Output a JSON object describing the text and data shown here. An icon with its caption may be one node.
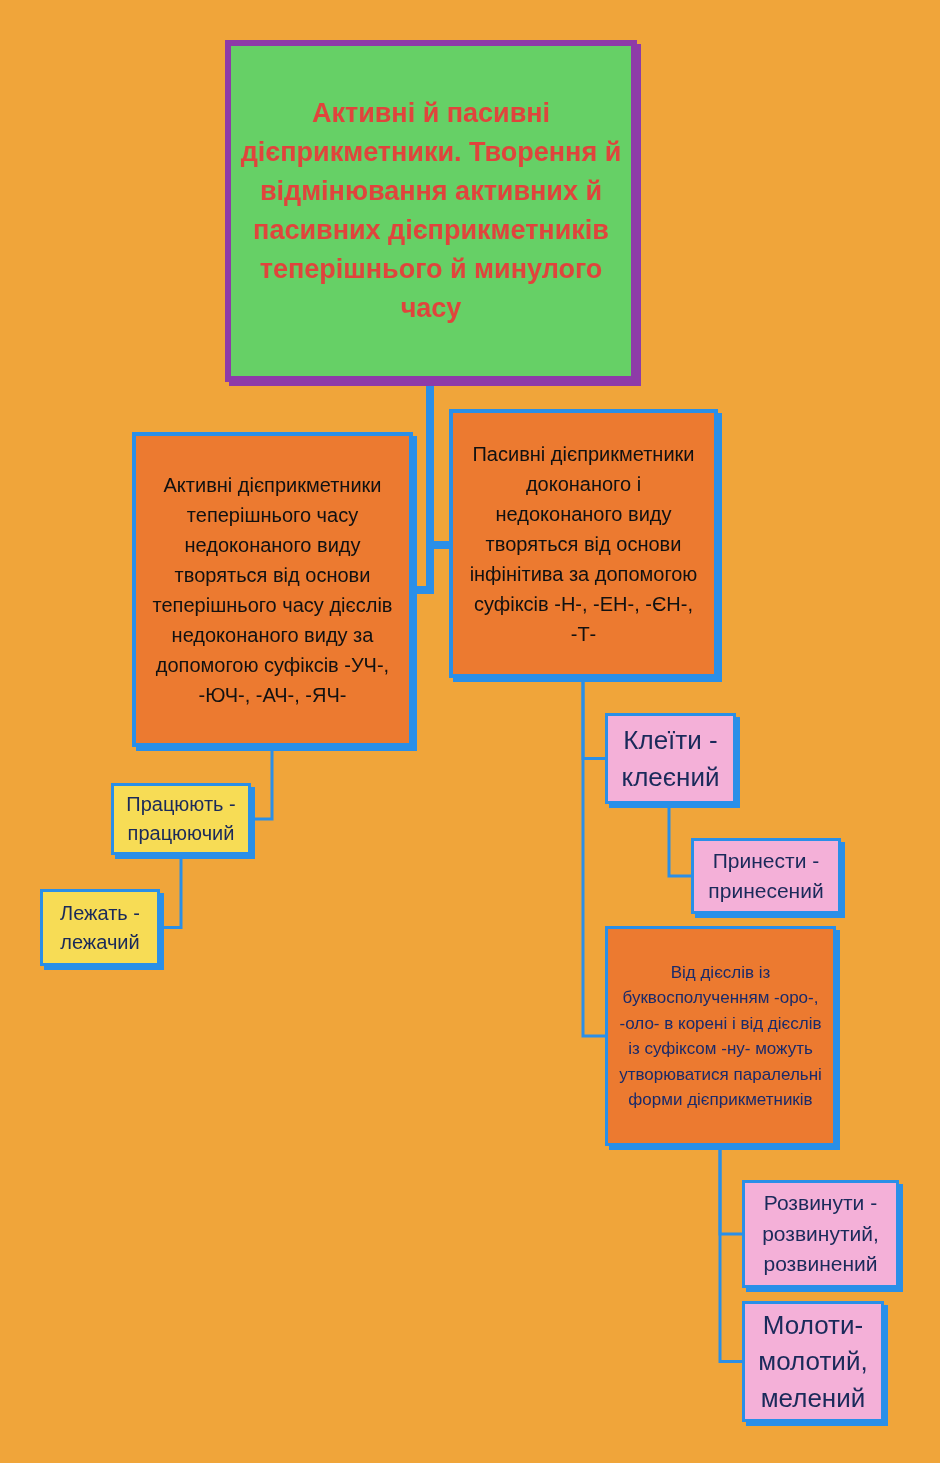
{
  "diagram": {
    "nodes": [
      {
        "text": [
          "Активні й пасивні дієприкметники. Творення й відмінювання активних й пасивних дієприкметників теперішнього й минулого часу"
        ]
      },
      {
        "text": [
          "Активні дієприкметники теперішнього часу недоконаного виду творяться від основи теперішнього часу дієслів недоконаного виду за допомогою суфіксів -УЧ-, -ЮЧ-, -АЧ-, -ЯЧ-"
        ]
      },
      {
        "text": [
          "Пасивні дієприкметники доконаного і недоконаного  виду творяться від основи інфінітива за допомогою суфіксів -Н-, -ЕН-, -ЄН-, -Т-"
        ]
      },
      {
        "text": [
          "Працюють - працюючий"
        ]
      },
      {
        "text": [
          "Лежать - лежачий"
        ]
      },
      {
        "text": [
          "Клеїти - клеєний"
        ]
      },
      {
        "text": [
          "Принести - принесений"
        ]
      },
      {
        "text": [
          "Від дієслів із буквосполученням -оро-, -оло- в корені  і від дієслів із суфіксом -ну- можуть утворюватися паралельні форми дієприкметників"
        ]
      },
      {
        "text": [
          "Розвинути - розвинутий, розвинений"
        ]
      },
      {
        "text": [
          "Молоти- молотий, мелений"
        ]
      }
    ],
    "edges": [
      {
        "from": 0,
        "to": 1,
        "arrow": "none",
        "style": "thick"
      },
      {
        "from": 0,
        "to": 2,
        "arrow": "none",
        "style": "thick"
      },
      {
        "from": 1,
        "to": 3,
        "arrow": "none"
      },
      {
        "from": 3,
        "to": 4,
        "arrow": "none"
      },
      {
        "from": 2,
        "to": 5,
        "arrow": "none"
      },
      {
        "from": 5,
        "to": 6,
        "arrow": "none"
      },
      {
        "from": 2,
        "to": 7,
        "arrow": "none"
      },
      {
        "from": 7,
        "to": 8,
        "arrow": "none"
      },
      {
        "from": 7,
        "to": 9,
        "arrow": "none"
      }
    ]
  }
}
